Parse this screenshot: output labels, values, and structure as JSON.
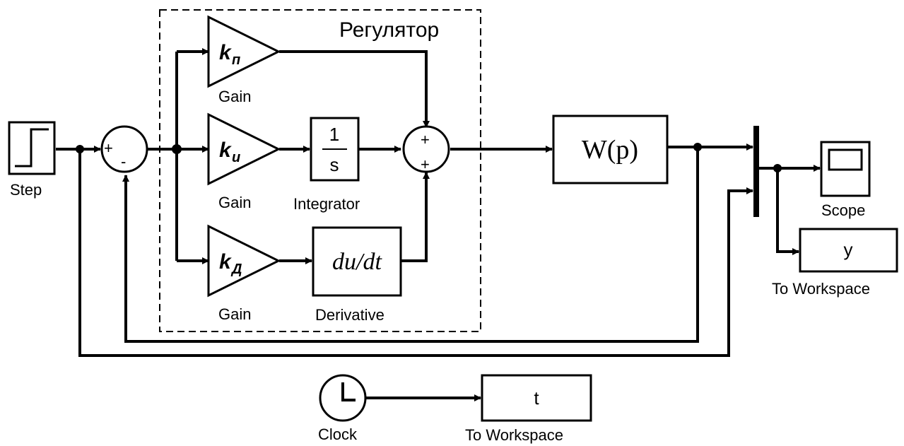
{
  "controller": {
    "title": "Регулятор"
  },
  "blocks": {
    "step": {
      "label": "Step"
    },
    "sum1": {
      "plus": "+",
      "minus": "-"
    },
    "gain_p": {
      "k": "k",
      "sub": "п",
      "label": "Gain"
    },
    "gain_i": {
      "k": "k",
      "sub": "и",
      "label": "Gain"
    },
    "gain_d": {
      "k": "k",
      "sub": "Д",
      "label": "Gain"
    },
    "integrator": {
      "num": "1",
      "den": "s",
      "label": "Integrator"
    },
    "derivative": {
      "expr": "du/dt",
      "label": "Derivative"
    },
    "sum2": {
      "plus_top": "+",
      "plus_bottom": "+"
    },
    "plant": {
      "expr": "W(p)"
    },
    "scope": {
      "label": "Scope"
    },
    "to_workspace_y": {
      "var": "y",
      "label": "To Workspace"
    },
    "clock": {
      "label": "Clock"
    },
    "to_workspace_t": {
      "var": "t",
      "label": "To Workspace"
    }
  }
}
